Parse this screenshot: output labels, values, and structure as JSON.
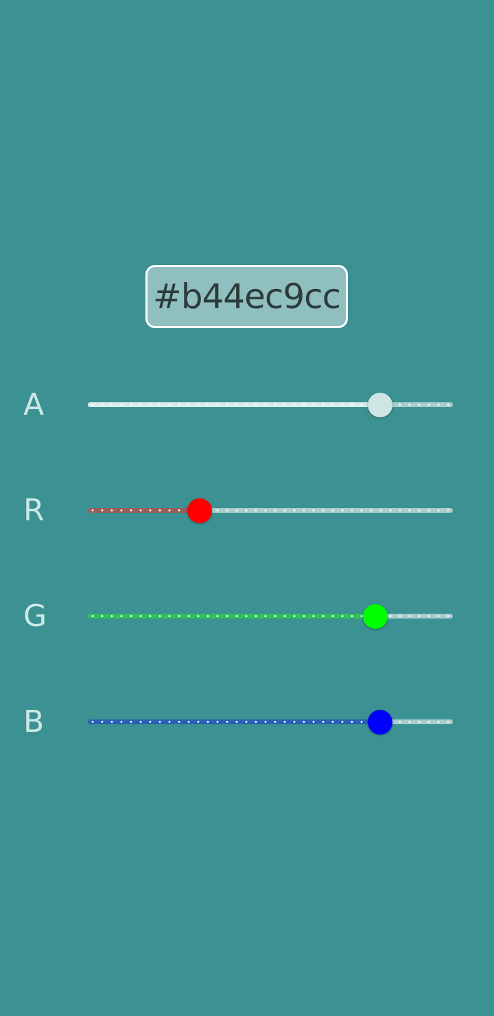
{
  "hex_value": "#b44ec9cc",
  "sliders": [
    {
      "label": "A",
      "value": 204,
      "max": 255,
      "fill_color": "#d6ecea",
      "thumb_color": "#cfe5e3"
    },
    {
      "label": "R",
      "value": 78,
      "max": 255,
      "fill_color": "#9a5e5a",
      "thumb_color": "#ff0000"
    },
    {
      "label": "G",
      "value": 201,
      "max": 255,
      "fill_color": "#2fc25a",
      "thumb_color": "#00ff00"
    },
    {
      "label": "B",
      "value": 204,
      "max": 255,
      "fill_color": "#2a5fb5",
      "thumb_color": "#0000ff"
    }
  ]
}
